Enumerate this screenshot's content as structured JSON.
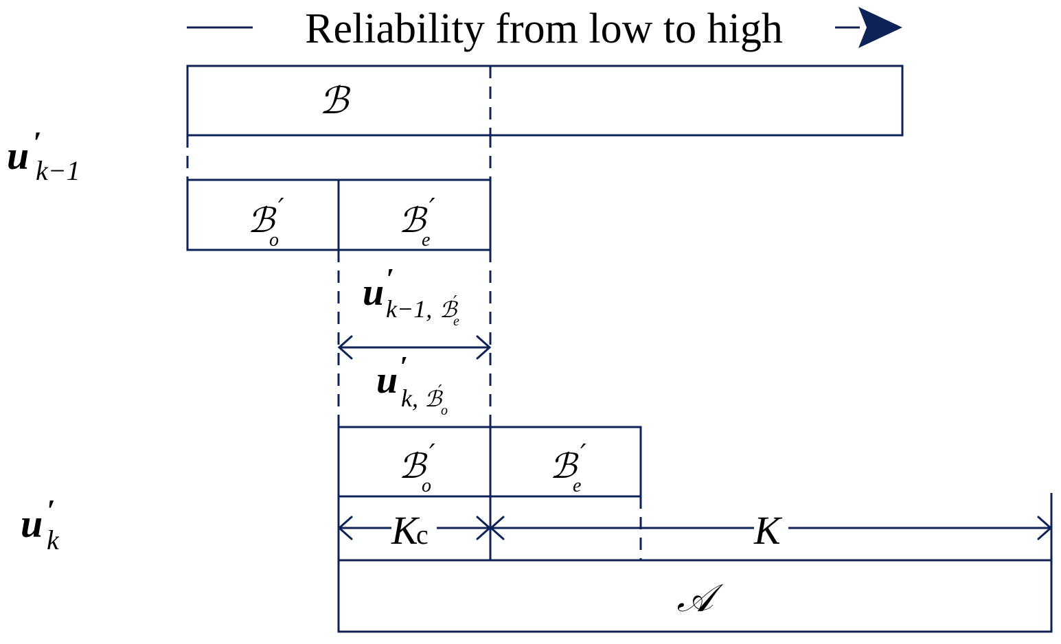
{
  "title": {
    "text": "Reliability from low to high"
  },
  "labels": {
    "u_prev": {
      "main": "u",
      "prime": "′",
      "sub": "k−1"
    },
    "u_cur": {
      "main": "u",
      "prime": "′",
      "sub": "k"
    },
    "u_prev_Be": {
      "main": "u",
      "prime": "′",
      "sub": "k−1,",
      "sub_set": "ℬ",
      "sub_set_prime": "′",
      "sub_set_sub": "e"
    },
    "u_cur_Bo": {
      "main": "u",
      "prime": "′",
      "sub": "k,",
      "sub_set": "ℬ",
      "sub_set_prime": "′",
      "sub_set_sub": "o"
    }
  },
  "sets": {
    "B": "ℬ",
    "A": "𝒜",
    "B_prime_o_top": {
      "main": "ℬ",
      "prime": "′",
      "sub": "o"
    },
    "B_prime_e_top": {
      "main": "ℬ",
      "prime": "′",
      "sub": "e"
    },
    "B_prime_o_bottom": {
      "main": "ℬ",
      "prime": "′",
      "sub": "o"
    },
    "B_prime_e_bottom": {
      "main": "ℬ",
      "prime": "′",
      "sub": "e"
    }
  },
  "dimensions": {
    "Kc": {
      "main": "K",
      "sub": "c"
    },
    "K": {
      "main": "K"
    }
  },
  "colors": {
    "stroke": "#0d2257",
    "text": "#000000"
  }
}
